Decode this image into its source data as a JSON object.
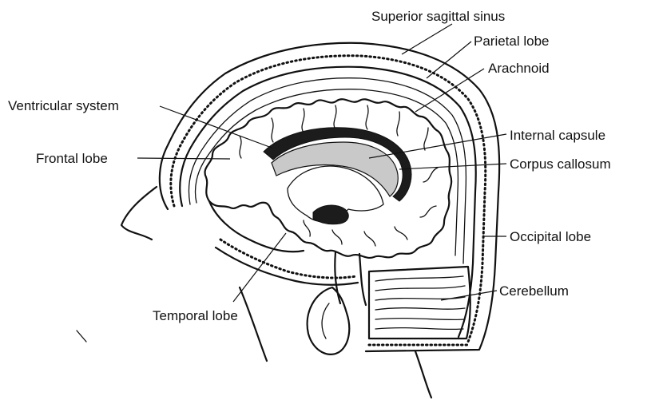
{
  "labels": {
    "superior_sagittal_sinus": "Superior sagittal sinus",
    "parietal_lobe": "Parietal lobe",
    "arachnoid": "Arachnoid",
    "ventricular_system": "Ventricular system",
    "internal_capsule": "Internal capsule",
    "frontal_lobe": "Frontal lobe",
    "corpus_callosum": "Corpus callosum",
    "occipital_lobe": "Occipital lobe",
    "cerebellum": "Cerebellum",
    "temporal_lobe": "Temporal lobe"
  }
}
